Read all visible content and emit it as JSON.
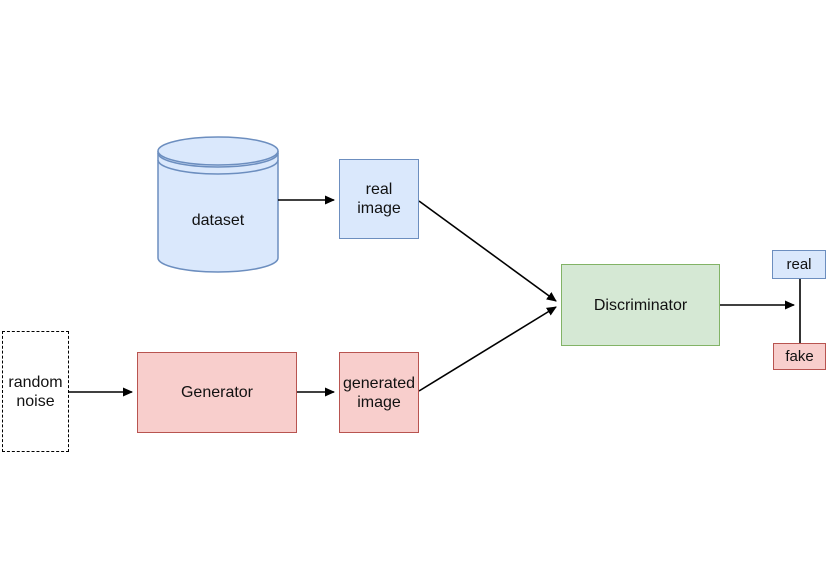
{
  "diagram": {
    "type": "flowchart",
    "subject": "GAN architecture",
    "colors": {
      "blue_fill": "#dae8fc",
      "blue_stroke": "#6c8ebf",
      "red_fill": "#f8cecc",
      "red_stroke": "#b85450",
      "green_fill": "#d5e8d4",
      "green_stroke": "#82b366",
      "edge": "#000000",
      "background": "#ffffff"
    },
    "nodes": {
      "dataset": {
        "label": "dataset",
        "shape": "cylinder",
        "color": "blue"
      },
      "real_image": {
        "line1": "real",
        "line2": "image",
        "shape": "rect",
        "color": "blue"
      },
      "random_noise": {
        "line1": "random",
        "line2": "noise",
        "shape": "rect-dashed",
        "color": "white"
      },
      "generator": {
        "label": "Generator",
        "shape": "rect",
        "color": "red"
      },
      "generated_image": {
        "line1": "generated",
        "line2": "image",
        "shape": "rect",
        "color": "red"
      },
      "discriminator": {
        "label": "Discriminator",
        "shape": "rect",
        "color": "green"
      },
      "real_output": {
        "label": "real",
        "shape": "rect",
        "color": "blue"
      },
      "fake_output": {
        "label": "fake",
        "shape": "rect",
        "color": "red"
      }
    },
    "edges": [
      {
        "from": "dataset",
        "to": "real_image",
        "arrow": true
      },
      {
        "from": "real_image",
        "to": "discriminator",
        "arrow": true
      },
      {
        "from": "random_noise",
        "to": "generator",
        "arrow": true
      },
      {
        "from": "generator",
        "to": "generated_image",
        "arrow": true
      },
      {
        "from": "generated_image",
        "to": "discriminator",
        "arrow": true
      },
      {
        "from": "discriminator",
        "to": "output_junction",
        "arrow": true
      },
      {
        "from": "real_output",
        "to": "fake_output",
        "arrow": false
      }
    ]
  }
}
